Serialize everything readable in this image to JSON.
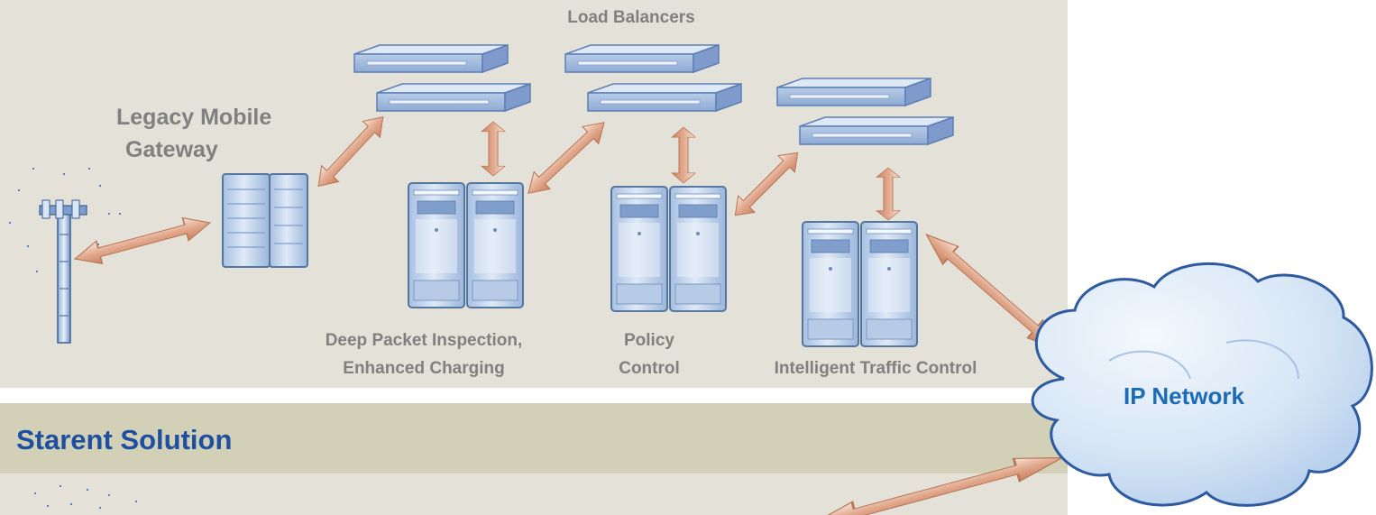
{
  "labels": {
    "load_balancers": "Load Balancers",
    "legacy_gateway_line1": "Legacy Mobile",
    "legacy_gateway_line2": "Gateway",
    "dpi_line1": "Deep Packet Inspection,",
    "dpi_line2": "Enhanced Charging",
    "policy_line1": "Policy",
    "policy_line2": "Control",
    "traffic_control": "Intelligent Traffic Control",
    "ip_network": "IP Network"
  },
  "band": {
    "title": "Starent Solution"
  },
  "colors": {
    "panel": "#e4e1d8",
    "band": "#d2d0b6",
    "band_title": "#1f4fa0",
    "label_gray": "#808080",
    "arrow": "#e1a88d",
    "server_blue": "#6f93c8",
    "cloud": "#cfe1f4",
    "cloud_text": "#1c6bb7"
  }
}
